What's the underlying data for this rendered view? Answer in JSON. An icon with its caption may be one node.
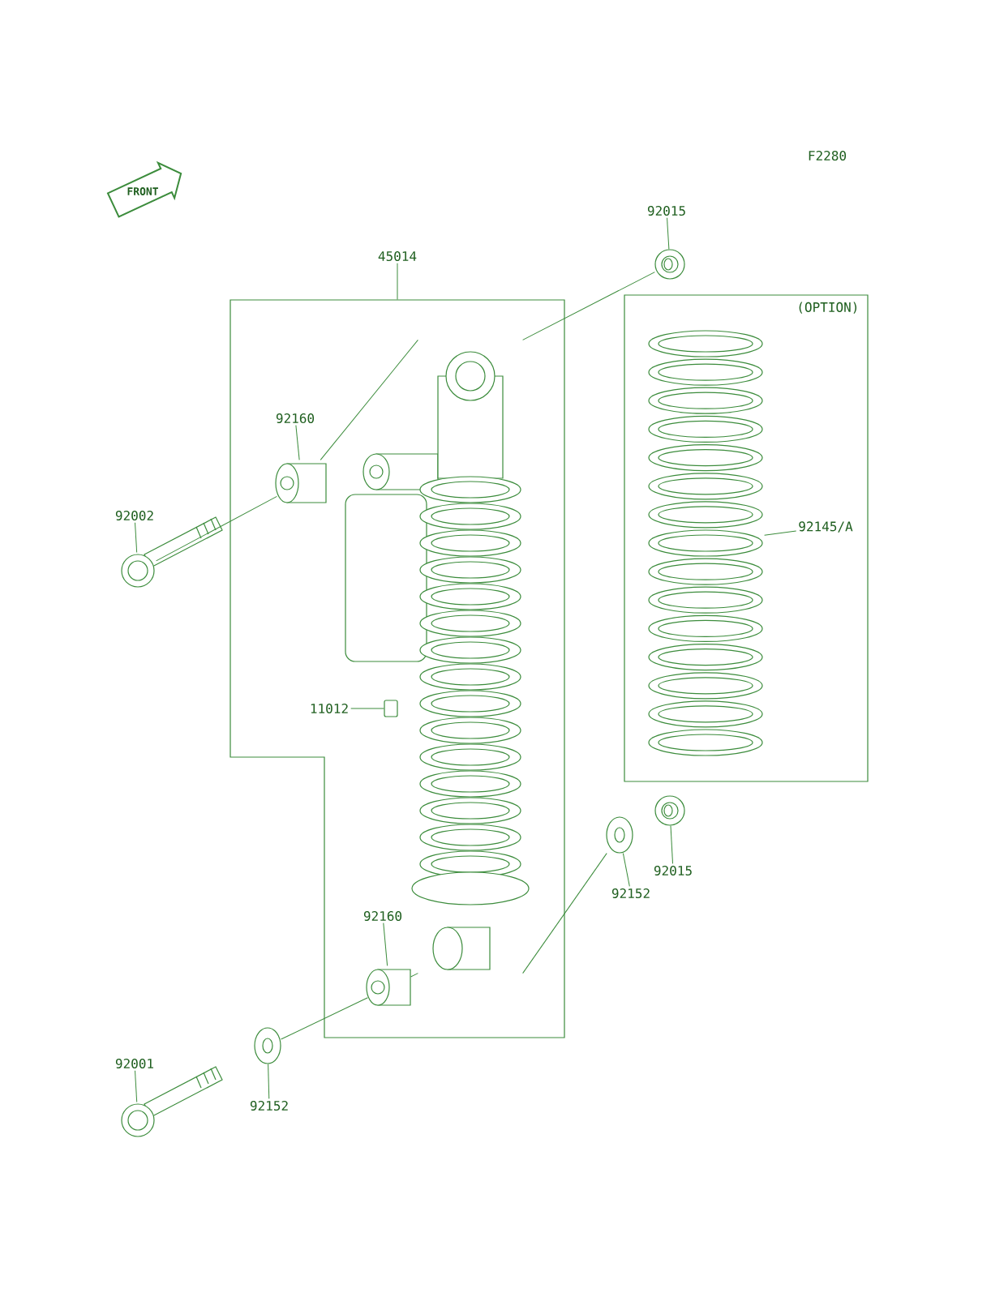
{
  "diagram": {
    "nodes": [
      {
        "text": [
          "92015"
        ]
      },
      {
        "text": [],
        "shape": "picture"
      },
      {
        "text": [
          "45014"
        ]
      },
      {
        "text": [],
        "shape": "box"
      },
      {
        "text": [
          "92160"
        ],
        "in": 3
      },
      {
        "text": [],
        "shape": "cylinder",
        "in": 3
      },
      {
        "text": [],
        "shape": "picture",
        "in": 3
      },
      {
        "text": [
          "11012"
        ],
        "in": 3
      },
      {
        "text": [],
        "shape": "box",
        "in": 3
      },
      {
        "text": [
          "92160"
        ],
        "in": 3
      },
      {
        "text": [],
        "shape": "cylinder",
        "in": 3
      },
      {
        "text": [
          "(OPTION)"
        ]
      },
      {
        "text": [],
        "shape": "picture",
        "in": 11
      },
      {
        "text": [
          "92145/A"
        ],
        "in": 11
      },
      {
        "text": [
          "92002"
        ]
      },
      {
        "text": [],
        "shape": "picture"
      },
      {
        "text": [],
        "shape": "picture"
      },
      {
        "text": [],
        "shape": "picture"
      },
      {
        "text": [
          "92152"
        ]
      },
      {
        "text": [
          "92015"
        ]
      },
      {
        "text": [
          "92001"
        ]
      },
      {
        "text": [],
        "shape": "picture"
      },
      {
        "text": [],
        "shape": "picture"
      },
      {
        "text": [
          "92152"
        ]
      }
    ],
    "edges": [
      {
        "from": 0,
        "to": 1,
        "arrow": "none"
      },
      {
        "from": 2,
        "to": 3,
        "arrow": "none"
      },
      {
        "from": 4,
        "to": 5,
        "arrow": "none"
      },
      {
        "from": 7,
        "to": 8,
        "arrow": "none"
      },
      {
        "from": 9,
        "to": 10,
        "arrow": "none"
      },
      {
        "from": 13,
        "to": 12,
        "arrow": "none"
      },
      {
        "from": 14,
        "to": 15,
        "arrow": "none"
      },
      {
        "from": 18,
        "to": 16,
        "arrow": "none"
      },
      {
        "from": 19,
        "to": 17,
        "arrow": "none"
      },
      {
        "from": 20,
        "to": 21,
        "arrow": "none"
      },
      {
        "from": 23,
        "to": 22,
        "arrow": "none"
      },
      {
        "from": 15,
        "to": 5,
        "arrow": "none"
      },
      {
        "from": 5,
        "to": 6,
        "arrow": "none"
      },
      {
        "from": 6,
        "to": 1,
        "arrow": "none"
      },
      {
        "from": 16,
        "to": 6,
        "arrow": "none"
      },
      {
        "from": 6,
        "to": 10,
        "arrow": "none"
      },
      {
        "from": 10,
        "to": 22,
        "arrow": "none"
      }
    ],
    "labels": [
      "F2280",
      "FRONT"
    ]
  }
}
